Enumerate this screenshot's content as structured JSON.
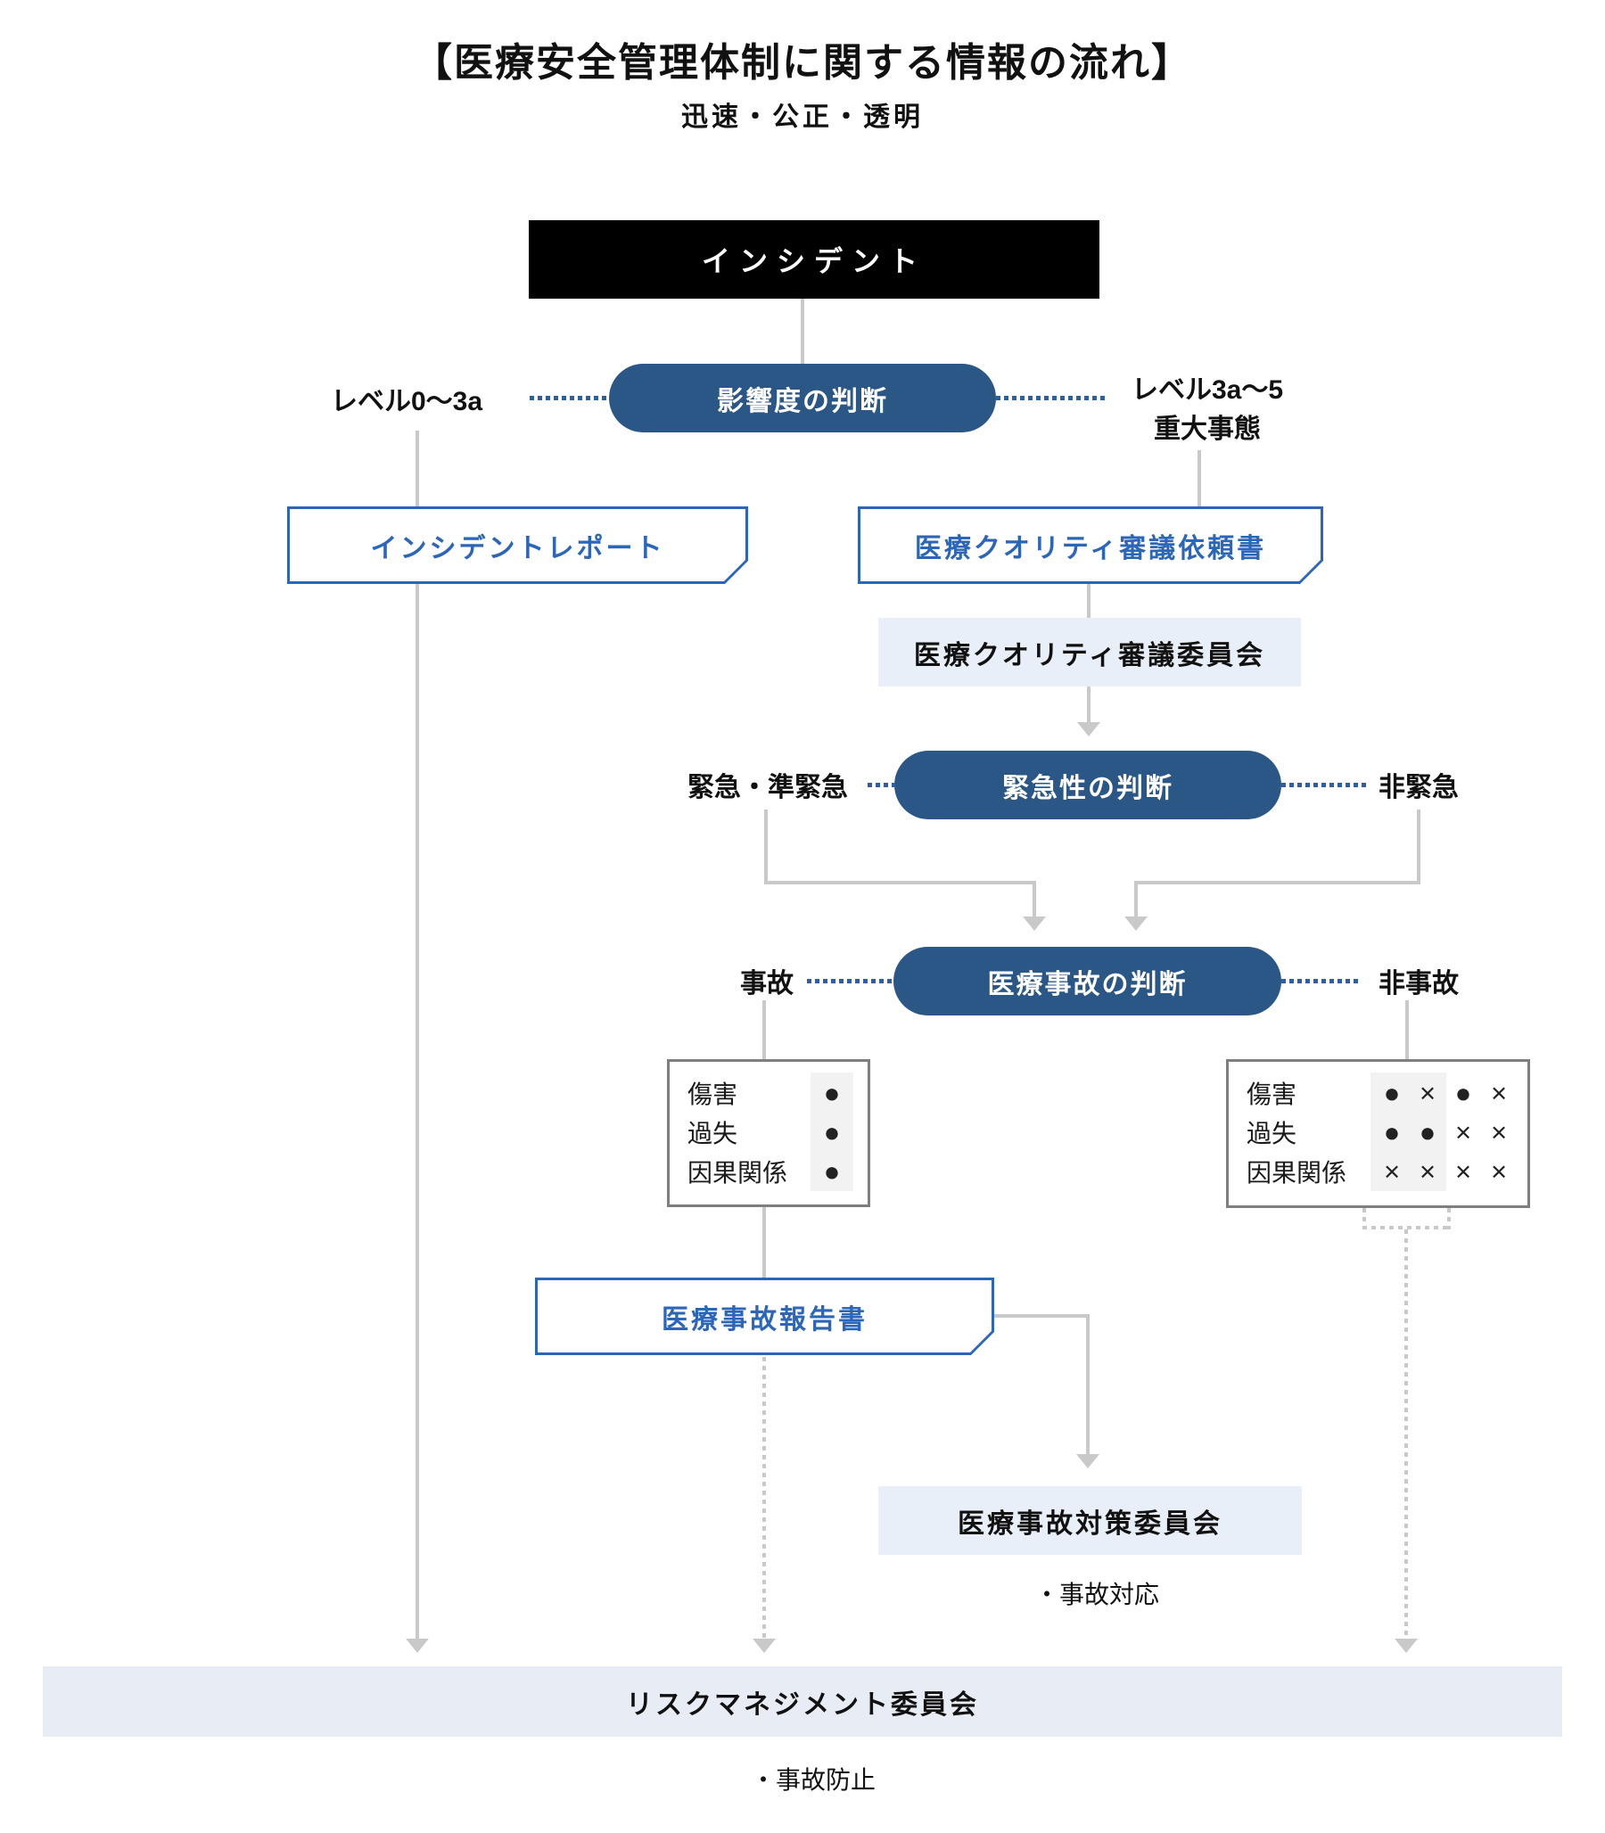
{
  "title": "【医療安全管理体制に関する情報の流れ】",
  "subtitle": "迅速・公正・透明",
  "colors": {
    "node_navy": "#2B5787",
    "doc_blue": "#2B66B8",
    "light_fill": "#E9EFF8",
    "bar_fill": "#E8EDF5",
    "connector_gray": "#C9C9C9",
    "table_border_gray": "#7F7F7F",
    "strip_gray": "#F2F2F2",
    "black": "#000000"
  },
  "nodes": {
    "incident": "インシデント",
    "impact_judgment": "影響度の判断",
    "incident_report": "インシデントレポート",
    "quality_review_request": "医療クオリティ審議依頼書",
    "quality_review_committee": "医療クオリティ審議委員会",
    "urgency_judgment": "緊急性の判断",
    "medical_accident_judgment": "医療事故の判断",
    "medical_accident_report": "医療事故報告書",
    "accident_response_committee": "医療事故対策委員会",
    "risk_management_committee": "リスクマネジメント委員会"
  },
  "labels": {
    "level_low": "レベル0〜3a",
    "level_high_line1": "レベル3a〜5",
    "level_high_line2": "重大事態",
    "urgent": "緊急・準緊急",
    "not_urgent": "非緊急",
    "accident": "事故",
    "not_accident": "非事故",
    "accident_response": "・事故対応",
    "accident_prevention": "・事故防止"
  },
  "matrix_left": {
    "rows": [
      {
        "label": "傷害",
        "symbols": [
          "●"
        ]
      },
      {
        "label": "過失",
        "symbols": [
          "●"
        ]
      },
      {
        "label": "因果関係",
        "symbols": [
          "●"
        ]
      }
    ]
  },
  "matrix_right": {
    "rows": [
      {
        "label": "傷害",
        "symbols": [
          "●",
          "×",
          "●",
          "×"
        ]
      },
      {
        "label": "過失",
        "symbols": [
          "●",
          "●",
          "×",
          "×"
        ]
      },
      {
        "label": "因果関係",
        "symbols": [
          "×",
          "×",
          "×",
          "×"
        ]
      }
    ]
  }
}
